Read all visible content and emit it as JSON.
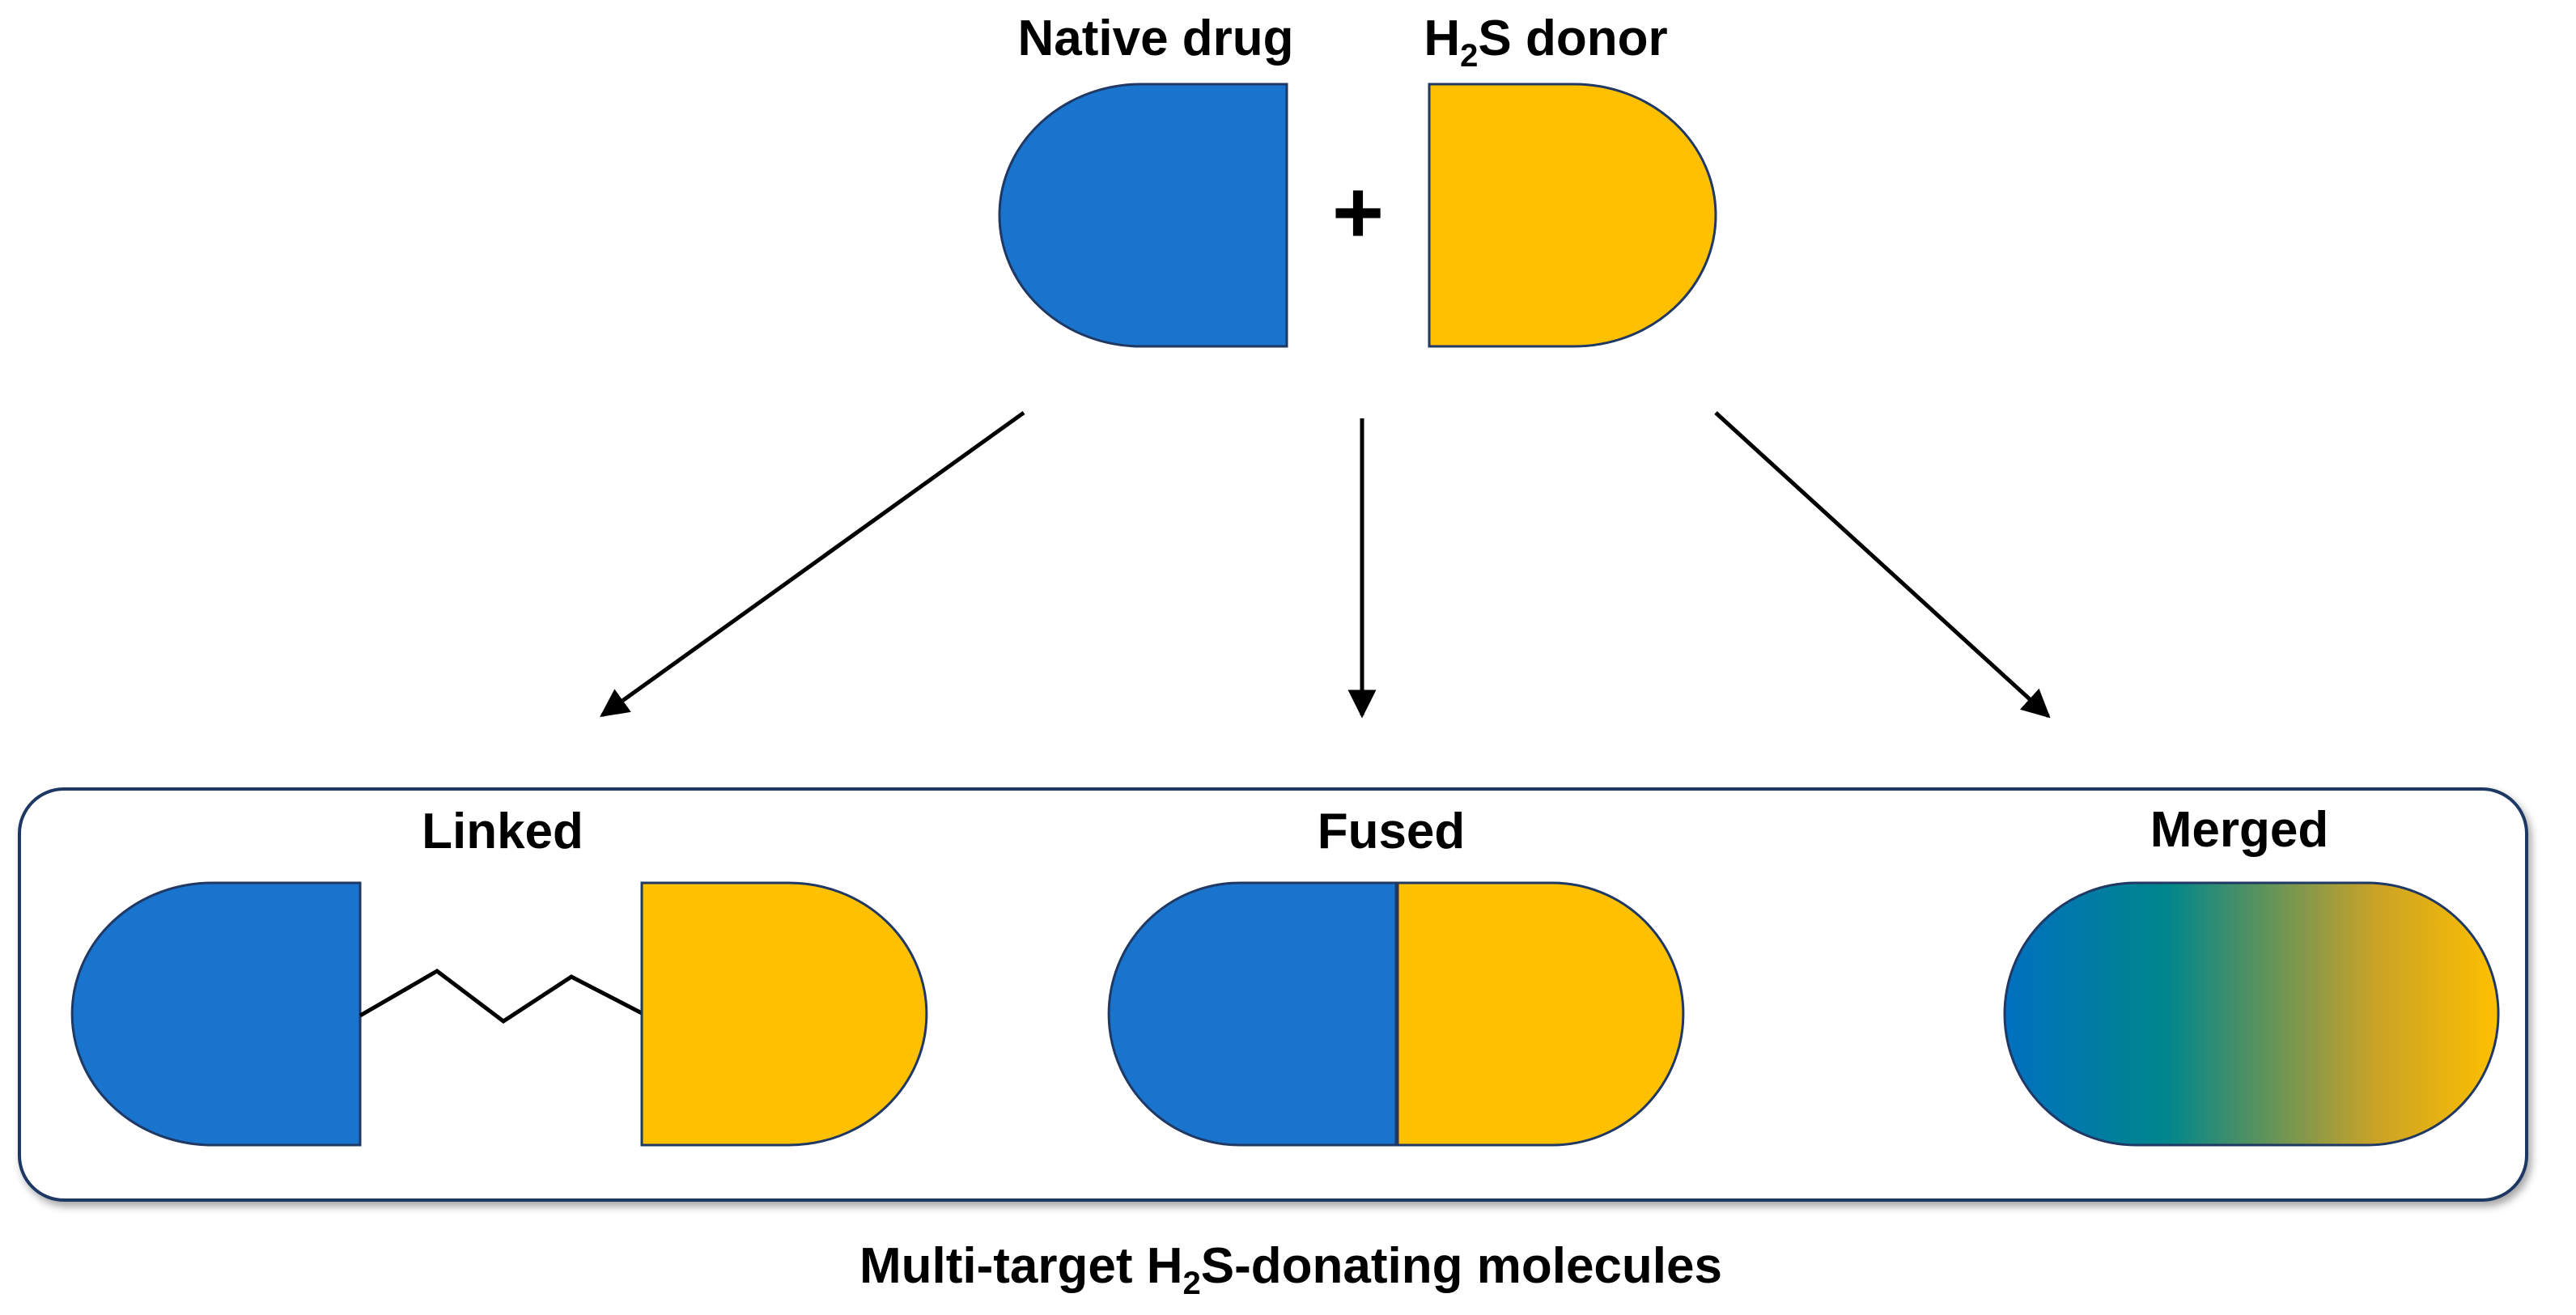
{
  "inputs": {
    "native_drug": {
      "label": "Native drug",
      "color": "#1874CD"
    },
    "h2s_donor": {
      "label_prefix": "H",
      "label_sub": "2",
      "label_suffix": "S donor",
      "color": "#FFC000"
    },
    "combine_symbol": "+"
  },
  "outputs": {
    "linked": {
      "label": "Linked"
    },
    "fused": {
      "label": "Fused"
    },
    "merged": {
      "label": "Merged",
      "gradient_colors": [
        "#0070C0",
        "#00868B",
        "#C9A227",
        "#FFC000"
      ]
    }
  },
  "caption": {
    "prefix": "Multi-target H",
    "sub": "2",
    "suffix": "S-donating molecules"
  },
  "colors": {
    "stroke": "#1F3864",
    "frame": "#1F3864",
    "arrow": "#000000"
  }
}
